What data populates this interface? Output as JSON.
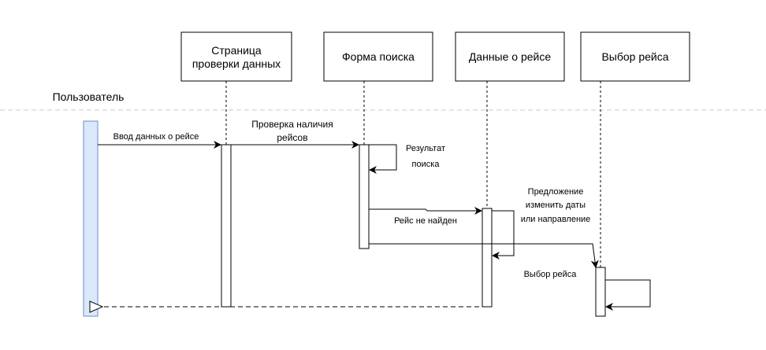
{
  "actor": {
    "name": "Пользователь"
  },
  "participants": [
    {
      "id": "check",
      "lines": [
        "Страница",
        "проверки данных"
      ]
    },
    {
      "id": "search",
      "lines": [
        "Форма поиска"
      ]
    },
    {
      "id": "flight",
      "lines": [
        "Данные о рейсе"
      ]
    },
    {
      "id": "select",
      "lines": [
        "Выбор рейса"
      ]
    }
  ],
  "messages": {
    "enter_data": [
      "Ввод данных о рейсе"
    ],
    "check_flights": [
      "Проверка наличия",
      "рейсов"
    ],
    "search_result": [
      "Результат",
      "поиска"
    ],
    "not_found": [
      "Рейс не найден"
    ],
    "suggestion": [
      "Предложение",
      "изменить даты",
      "или направление"
    ],
    "select_flight": [
      "Выбор рейса"
    ]
  },
  "colors": {
    "line": "#000000",
    "dashed_separator": "#c8c8c8",
    "user_activation_fill": "#dae8fc",
    "user_activation_stroke": "#6c8ebf",
    "box_fill": "#ffffff"
  }
}
